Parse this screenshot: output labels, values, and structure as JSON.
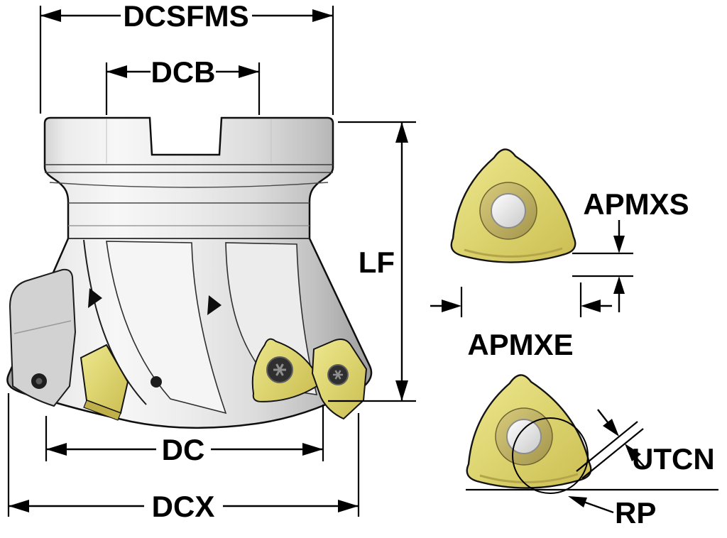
{
  "diagram": {
    "labels": {
      "dcsfms": "DCSFMS",
      "dcb": "DCB",
      "lf": "LF",
      "dc": "DC",
      "dcx": "DCX",
      "apmxs": "APMXS",
      "apmxe": "APMXE",
      "utcn": "UTCN",
      "rp": "RP"
    },
    "colors": {
      "background": "#ffffff",
      "line": "#000000",
      "insert_gold": "#ded672",
      "insert_gold_dark": "#b3a54a",
      "body_gray_light": "#f5f5f5",
      "body_gray_mid": "#d8d8d8",
      "body_gray_dark": "#9c9c9c"
    }
  }
}
